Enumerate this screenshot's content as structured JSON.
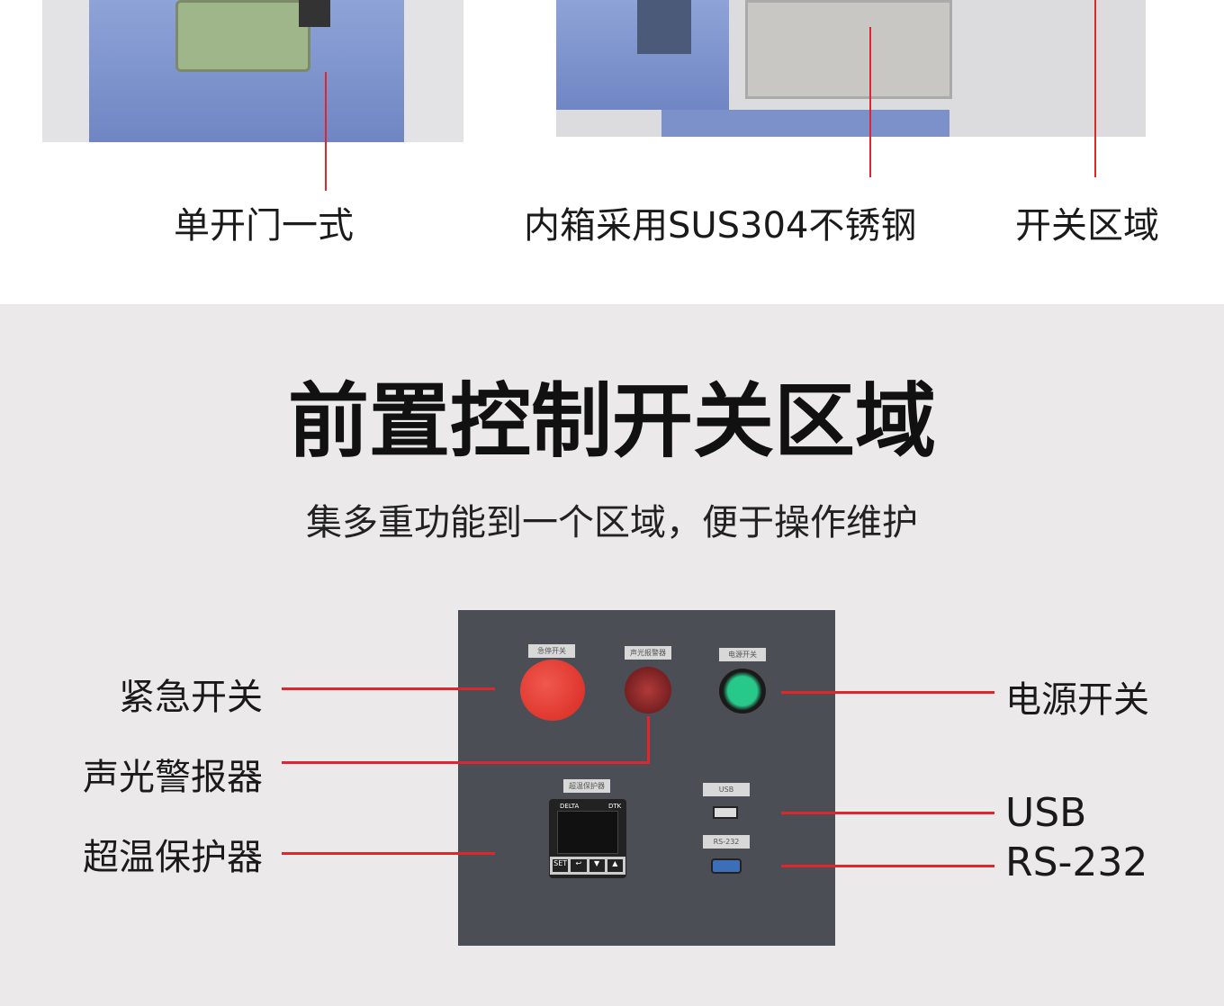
{
  "top_labels": [
    "单开门一式",
    "内箱采用SUS304不锈钢",
    "开关区域"
  ],
  "section": {
    "title": "前置控制开关区域",
    "subtitle": "集多重功能到一个区域，便于操作维护"
  },
  "left_labels": [
    "紧急开关",
    "声光警报器",
    "超温保护器"
  ],
  "right_labels": [
    "电源开关",
    "USB",
    "RS-232"
  ],
  "panel_tags": [
    "急停开关",
    "声光报警器",
    "电源开关",
    "超温保护器",
    "USB",
    "RS-232"
  ],
  "controller": {
    "brand": "DELTA",
    "model": "DTK",
    "buttons": [
      "SET",
      "↩",
      "▼",
      "▲"
    ]
  },
  "colors": {
    "accent": "#e0262d",
    "panel": "#4b4f55",
    "bg": "#ebe9ea"
  }
}
